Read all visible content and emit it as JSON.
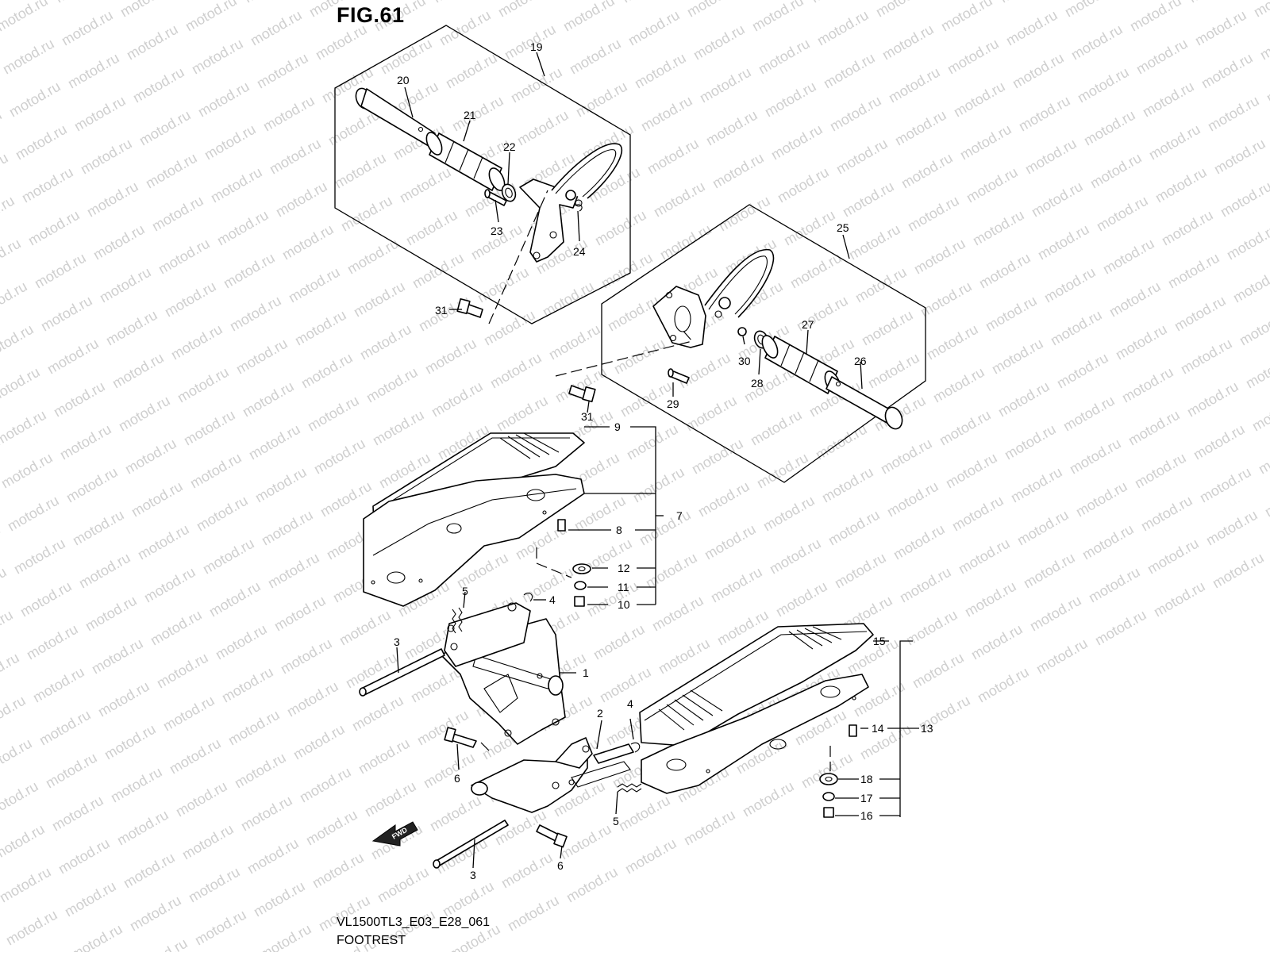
{
  "figure": {
    "title": "FIG.61",
    "code": "VL1500TL3_E03_E28_061",
    "caption": "FOOTREST"
  },
  "watermark": {
    "text": "motod.ru",
    "color": "#cfcfcf"
  },
  "fwd_arrow": {
    "text": "FWD"
  },
  "callouts": [
    "19",
    "20",
    "21",
    "22",
    "23",
    "24",
    "31",
    "25",
    "27",
    "26",
    "30",
    "28",
    "29",
    "31",
    "9",
    "7",
    "8",
    "12",
    "11",
    "10",
    "4",
    "5",
    "3",
    "1",
    "2",
    "4",
    "6",
    "5",
    "3",
    "6",
    "15",
    "13",
    "14",
    "18",
    "17",
    "16"
  ]
}
